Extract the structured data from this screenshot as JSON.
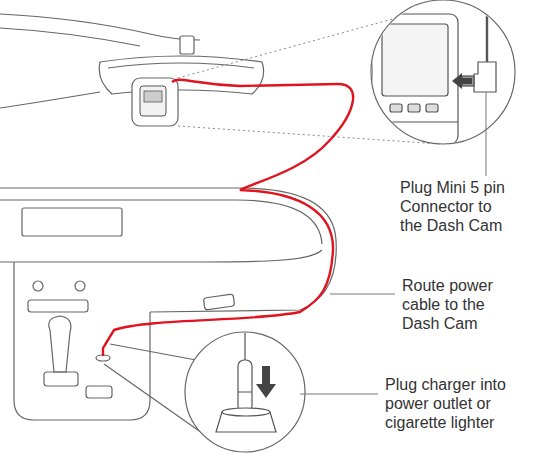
{
  "diagram": {
    "labels": [
      "Plug Mini 5 pin Connector to the Dash Cam",
      "Route power cable to the Dash Cam",
      "Plug charger into power outlet or cigarette lighter"
    ]
  }
}
